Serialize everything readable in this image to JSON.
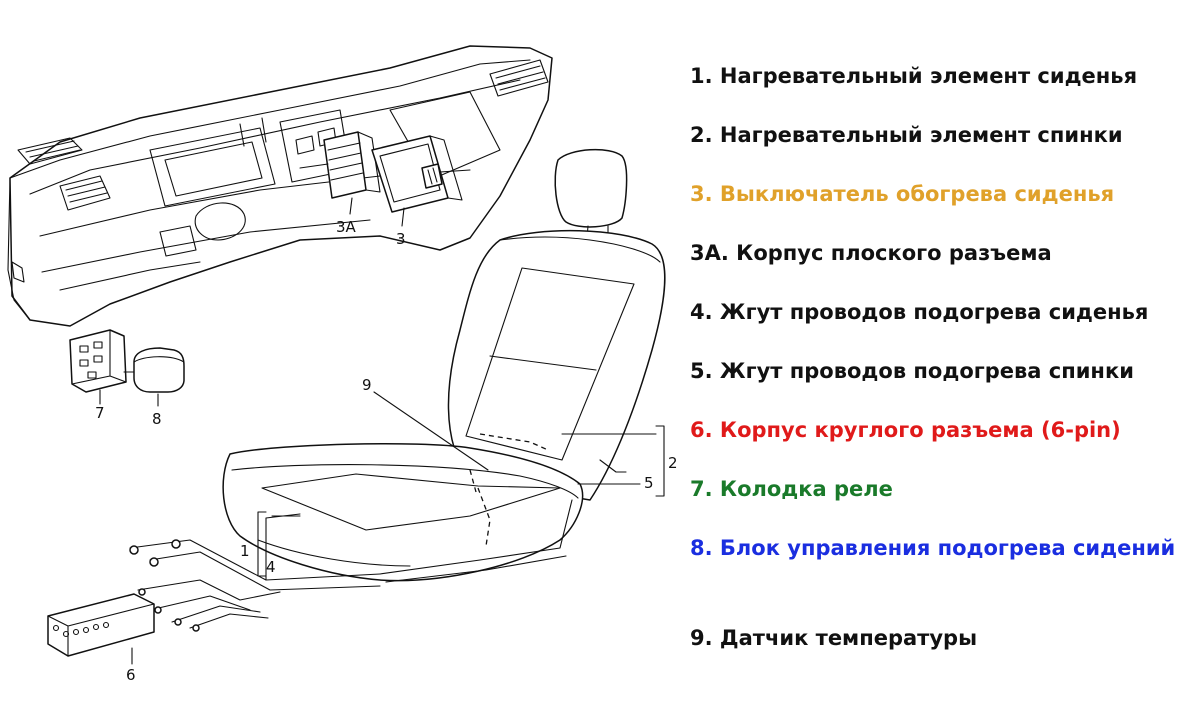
{
  "callouts": [
    "1",
    "2",
    "3",
    "3A",
    "4",
    "5",
    "6",
    "7",
    "8",
    "9"
  ],
  "legend": [
    {
      "text": "1. Нагревательный элемент сиденья",
      "color": "#111111"
    },
    {
      "text": "2. Нагревательный элемент спинки",
      "color": "#111111"
    },
    {
      "text": "3. Выключатель обогрева сиденья",
      "color": "#e0a12a"
    },
    {
      "text": "3А. Корпус плоского разъема",
      "color": "#111111"
    },
    {
      "text": "4. Жгут проводов подогрева сиденья",
      "color": "#111111"
    },
    {
      "text": "5. Жгут проводов подогрева спинки",
      "color": "#111111"
    },
    {
      "text": "6. Корпус круглого разъема (6-pin)",
      "color": "#e01a1a"
    },
    {
      "text": "7. Колодка реле",
      "color": "#1a7a2a"
    },
    {
      "text": "8. Блок управления подогрева сидений",
      "color": "#1a2ee0"
    },
    {
      "text": "9. Датчик температуры",
      "color": "#111111"
    }
  ]
}
